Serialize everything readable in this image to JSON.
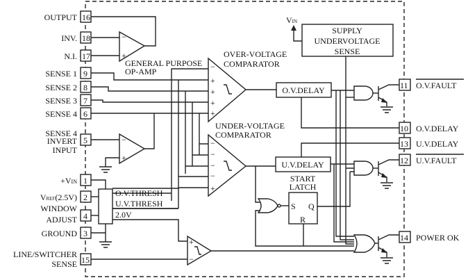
{
  "left_pins": [
    {
      "num": "16",
      "label": "OUTPUT"
    },
    {
      "num": "18",
      "label": "INV."
    },
    {
      "num": "17",
      "label": "N.I."
    },
    {
      "num": "9",
      "label": "SENSE 1"
    },
    {
      "num": "8",
      "label": "SENSE 2"
    },
    {
      "num": "7",
      "label": "SENSE 3"
    },
    {
      "num": "6",
      "label": "SENSE 4"
    },
    {
      "num": "5",
      "label_lines": [
        "SENSE 4",
        "INVERT",
        "INPUT"
      ]
    },
    {
      "num": "1",
      "label": "+V",
      "sub": "IN"
    },
    {
      "num": "2",
      "label": "V",
      "sub": "REF",
      "suffix": "(2.5V)"
    },
    {
      "num": "4",
      "label_lines": [
        "WINDOW",
        "ADJUST"
      ]
    },
    {
      "num": "3",
      "label": "GROUND"
    },
    {
      "num": "15",
      "label_lines": [
        "LINE/SWITCHER",
        "SENSE"
      ]
    }
  ],
  "right_pins": [
    {
      "num": "11",
      "label": "O.V.FAULT",
      "overbar": true
    },
    {
      "num": "10",
      "label": "O.V.DELAY"
    },
    {
      "num": "13",
      "label": "U.V.DELAY"
    },
    {
      "num": "12",
      "label": "U.V.FAULT",
      "overbar": true
    },
    {
      "num": "14",
      "label": "POWER OK"
    }
  ],
  "blocks": {
    "supply": [
      "SUPPLY",
      "UNDERVOLTAGE",
      "SENSE"
    ],
    "vin": "V",
    "vin_sub": "IN",
    "ov_delay": "O.V.DELAY",
    "uv_delay": "U.V.DELAY",
    "start_latch": [
      "START",
      "LATCH"
    ],
    "latch_s": "S",
    "latch_q": "Q",
    "latch_r": "R",
    "opamp_label": [
      "GENERAL PURPOSE",
      "OP-AMP"
    ],
    "ov_comp": [
      "OVER-VOLTAGE",
      "COMPARATOR"
    ],
    "uv_comp": [
      "UNDER-VOLTAGE",
      "COMPARATOR"
    ],
    "ov_thresh": "O.V.THRESH",
    "uv_thresh": "U.V.THRESH",
    "v2": "2.0V",
    "minus": "−",
    "plus": "+"
  }
}
